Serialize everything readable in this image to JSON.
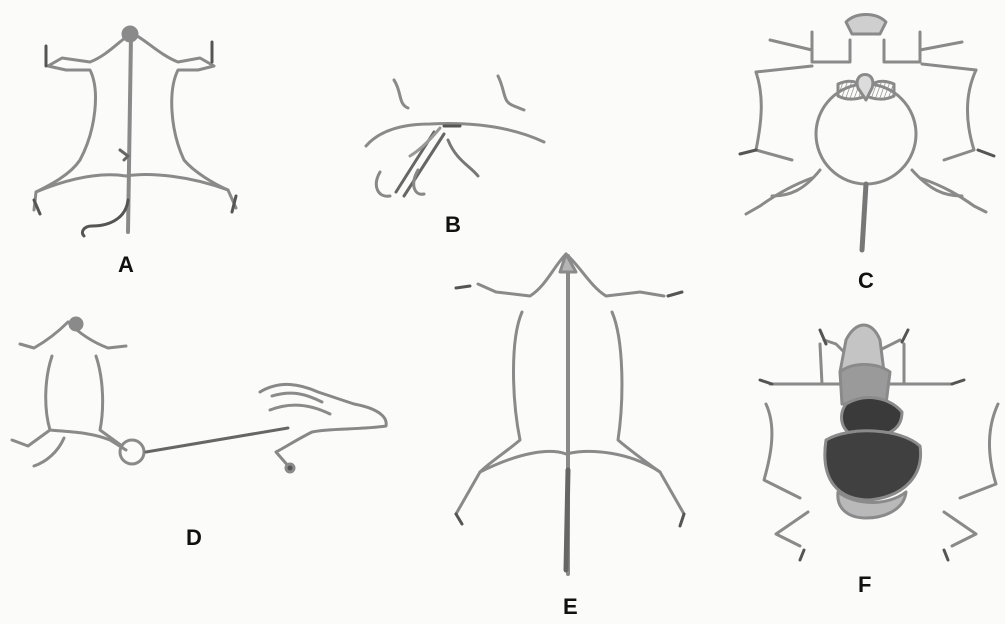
{
  "panels": [
    {
      "id": "A",
      "label": "A"
    },
    {
      "id": "B",
      "label": "B"
    },
    {
      "id": "C",
      "label": "C"
    },
    {
      "id": "D",
      "label": "D"
    },
    {
      "id": "E",
      "label": "E"
    },
    {
      "id": "F",
      "label": "F"
    }
  ],
  "colors": {
    "line": "#8a8a8a",
    "outline": "#6f6f6f",
    "pin": "#555555",
    "dark_organ": "#3a3a3a",
    "medium_organ": "#9a9a9a",
    "light_organ": "#c8c8c8",
    "label": "#111111"
  }
}
